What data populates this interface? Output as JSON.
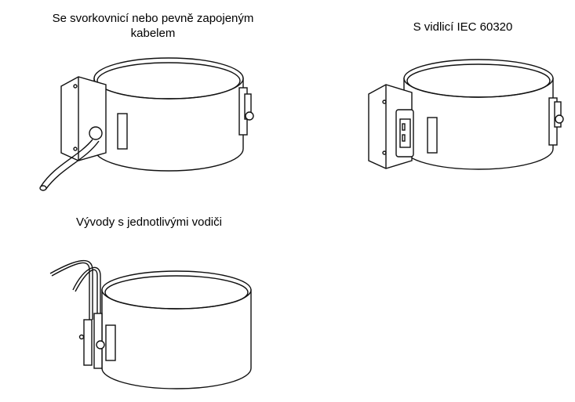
{
  "captions": {
    "terminal_box": "Se svorkovnicí nebo pevně zapojeným kabelem",
    "iec_plug": "S vidlicí IEC 60320",
    "individual_leads": "Vývody s jednotlivými vodiči"
  }
}
